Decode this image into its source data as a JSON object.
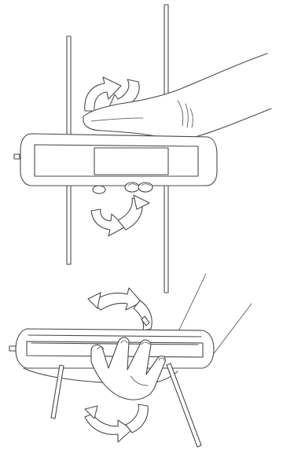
{
  "figure": {
    "panels": [
      {
        "name": "vertical-assembly-rotation",
        "elements": [
          "instrument-body",
          "display-window",
          "vertical-rod-left",
          "vertical-rod-right",
          "hand",
          "rotation-arrow-top",
          "rotation-arrow-bottom"
        ]
      },
      {
        "name": "horizontal-assembly-rotation",
        "elements": [
          "instrument-body",
          "display-window",
          "slanted-rod-left",
          "slanted-rod-right",
          "hand",
          "rotation-arrow-top",
          "rotation-arrow-bottom"
        ]
      }
    ],
    "colors": {
      "line": "#4a4a4a",
      "fill": "#ffffff",
      "background": "#ffffff"
    },
    "icons": [
      "curved-rotation-arrow-icon",
      "hand-icon"
    ]
  }
}
